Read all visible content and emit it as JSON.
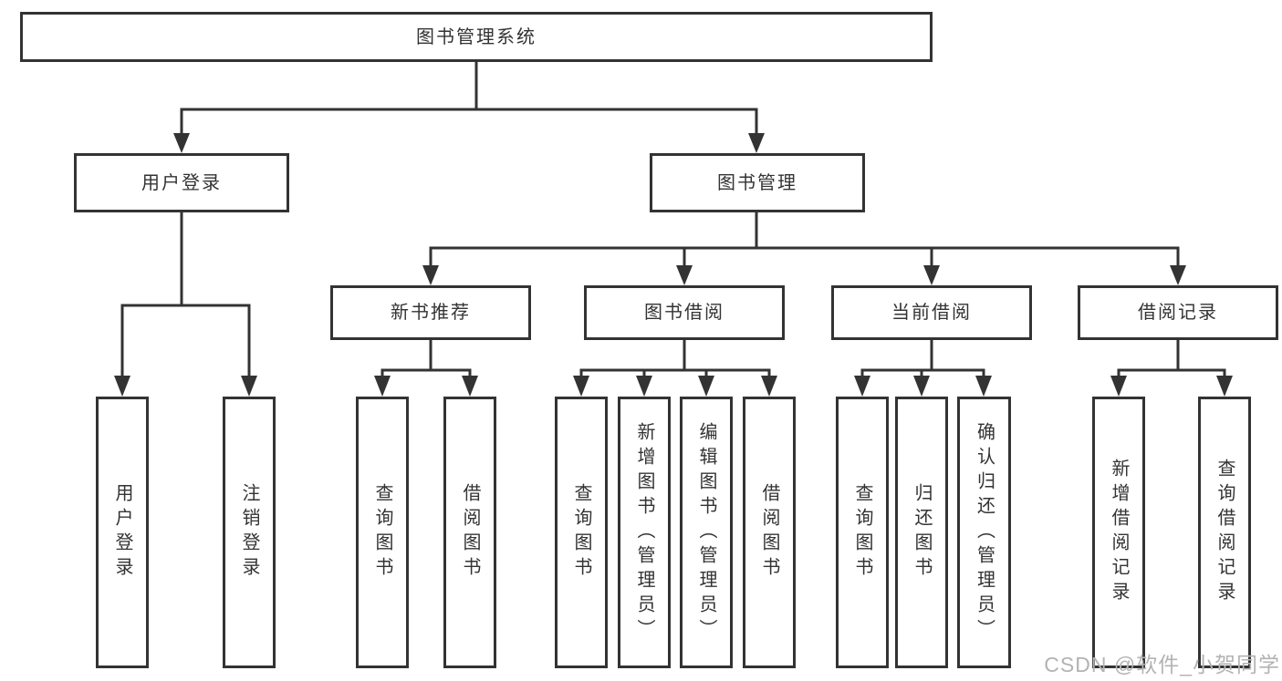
{
  "nodes": {
    "root": "图书管理系统",
    "user_login": "用户登录",
    "book_mgmt": "图书管理",
    "new_book_rec": "新书推荐",
    "book_borrow": "图书借阅",
    "current_borrow": "当前借阅",
    "borrow_records": "借阅记录",
    "ul_user_login": "用户登录",
    "ul_logout": "注销登录",
    "nb_query_book": "查询图书",
    "nb_borrow_book": "借阅图书",
    "bb_query_book": "查询图书",
    "bb_add_book": "新增图书（管理员）",
    "bb_edit_book": "编辑图书（管理员）",
    "bb_borrow_book": "借阅图书",
    "cb_query_book": "查询图书",
    "cb_return_book": "归还图书",
    "cb_confirm_return": "确认归还（管理员）",
    "br_add_record": "新增借阅记录",
    "br_query_record": "查询借阅记录"
  },
  "watermark": "CSDN @软件_小贺同学",
  "colors": {
    "line": "#333333",
    "box_border": "#333333",
    "text": "#333333",
    "background": "#ffffff",
    "watermark": "#b3b3b3"
  }
}
